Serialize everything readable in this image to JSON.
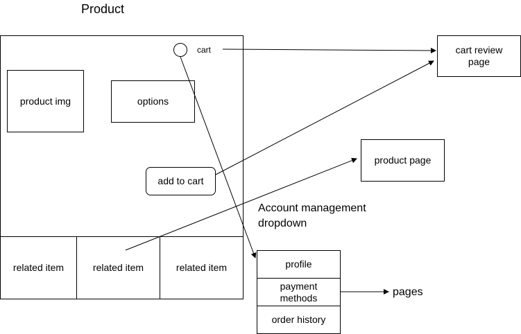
{
  "diagram": {
    "title": "Product",
    "cart_label": "cart",
    "product_img": "product img",
    "options": "options",
    "add_to_cart": "add to cart",
    "related_items": [
      "related item",
      "related item",
      "related item"
    ],
    "cart_review_page": "cart review page",
    "product_page": "product page",
    "account_dropdown_label": "Account management dropdown",
    "dropdown_items": [
      "profile",
      "payment methods",
      "order history"
    ],
    "pages_label": "pages",
    "colors": {
      "line": "#000000",
      "background": "#ffffff"
    }
  }
}
